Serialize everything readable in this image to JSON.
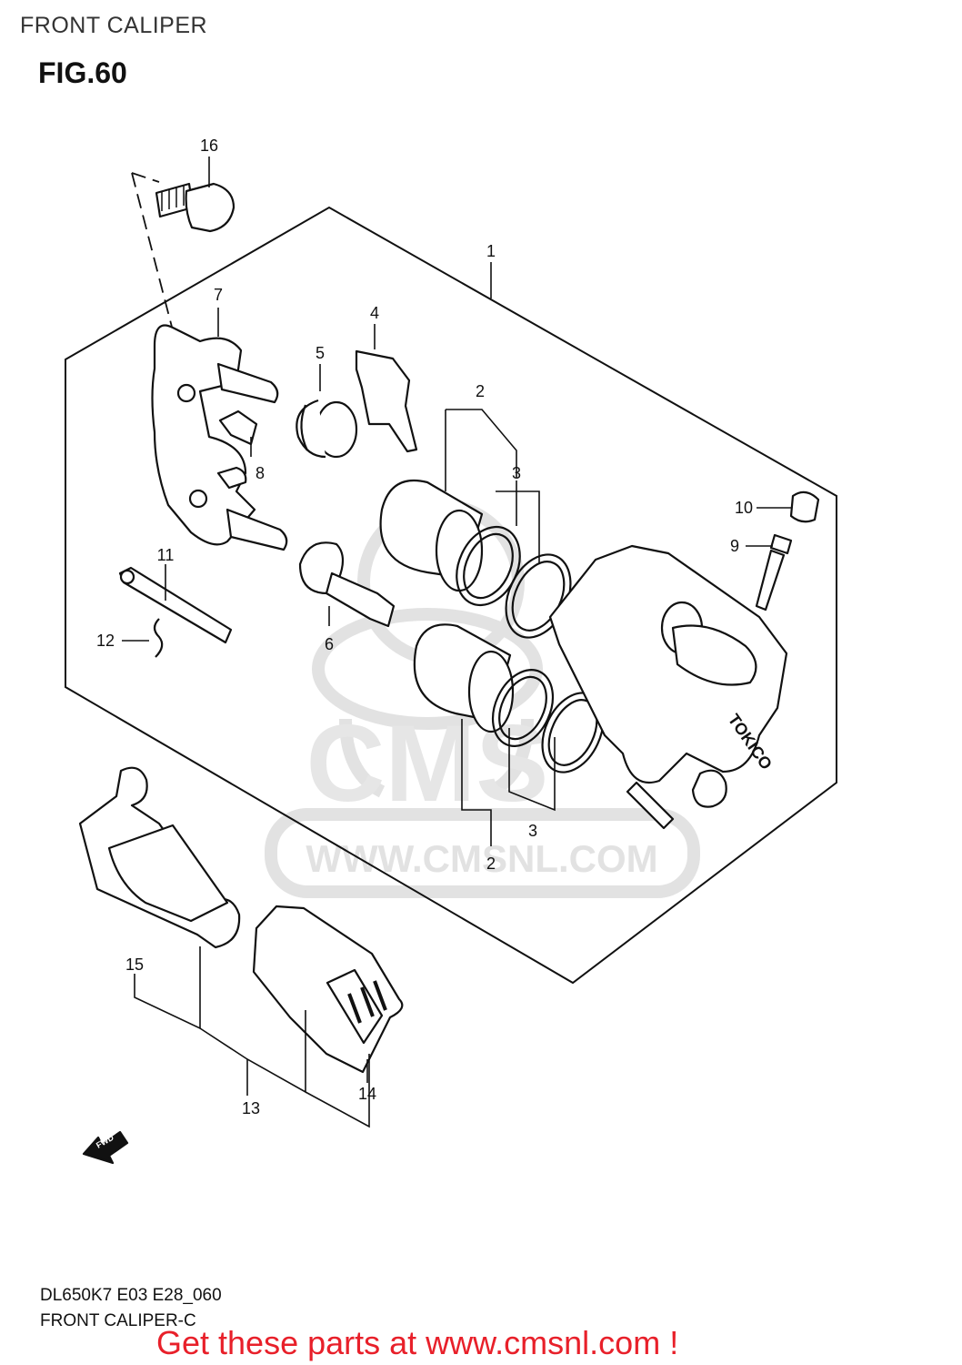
{
  "header": {
    "title": "FRONT CALIPER",
    "figure": "FIG.60"
  },
  "watermark": {
    "url_text": "WWW.CMSNL.COM",
    "logo_text": "CMS",
    "color": "#e6e6e6"
  },
  "parts": {
    "labels": [
      "1",
      "2",
      "3",
      "4",
      "5",
      "6",
      "7",
      "8",
      "9",
      "10",
      "11",
      "12",
      "13",
      "14",
      "15",
      "16",
      "2",
      "3"
    ]
  },
  "caliper_brand": "TOKICO",
  "forward_arrow": "FWD",
  "footer": {
    "code": "DL650K7 E03 E28_060",
    "name": "FRONT CALIPER-C",
    "link": "Get these parts at www.cmsnl.com !",
    "link_color": "#e8202a"
  }
}
